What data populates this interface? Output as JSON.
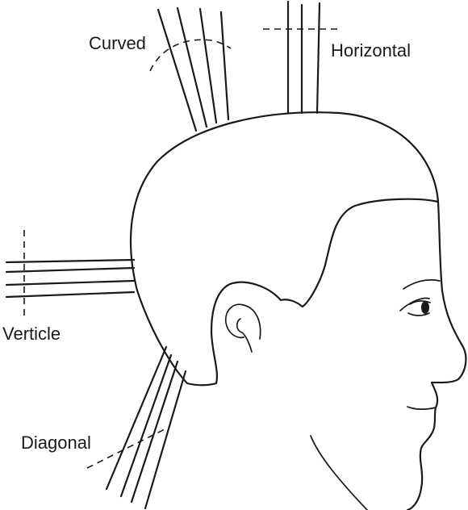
{
  "labels": {
    "curved": "Curved",
    "horizontal": "Horizontal",
    "verticle": "Verticle",
    "diagonal": "Diagonal"
  },
  "colors": {
    "ink": "#1a1a1a",
    "background": "#ffffff"
  }
}
